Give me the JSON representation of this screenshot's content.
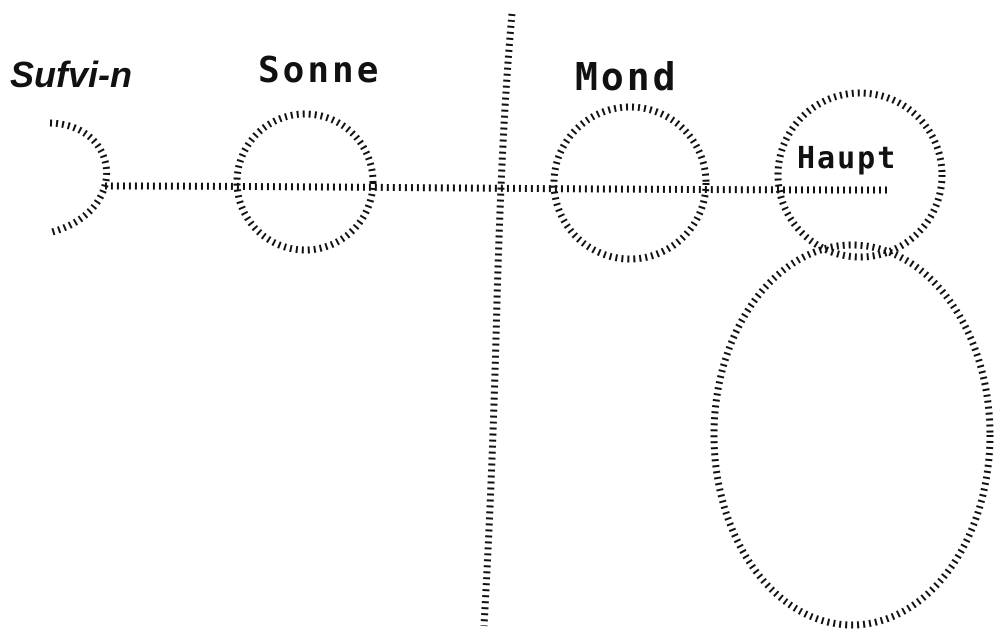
{
  "labels": {
    "sufvin": "Sufvi-n",
    "sonne": "Sonne",
    "mond": "Mond",
    "haupt": "Haupt"
  },
  "colors": {
    "ink": "#111111",
    "background": "#ffffff"
  }
}
